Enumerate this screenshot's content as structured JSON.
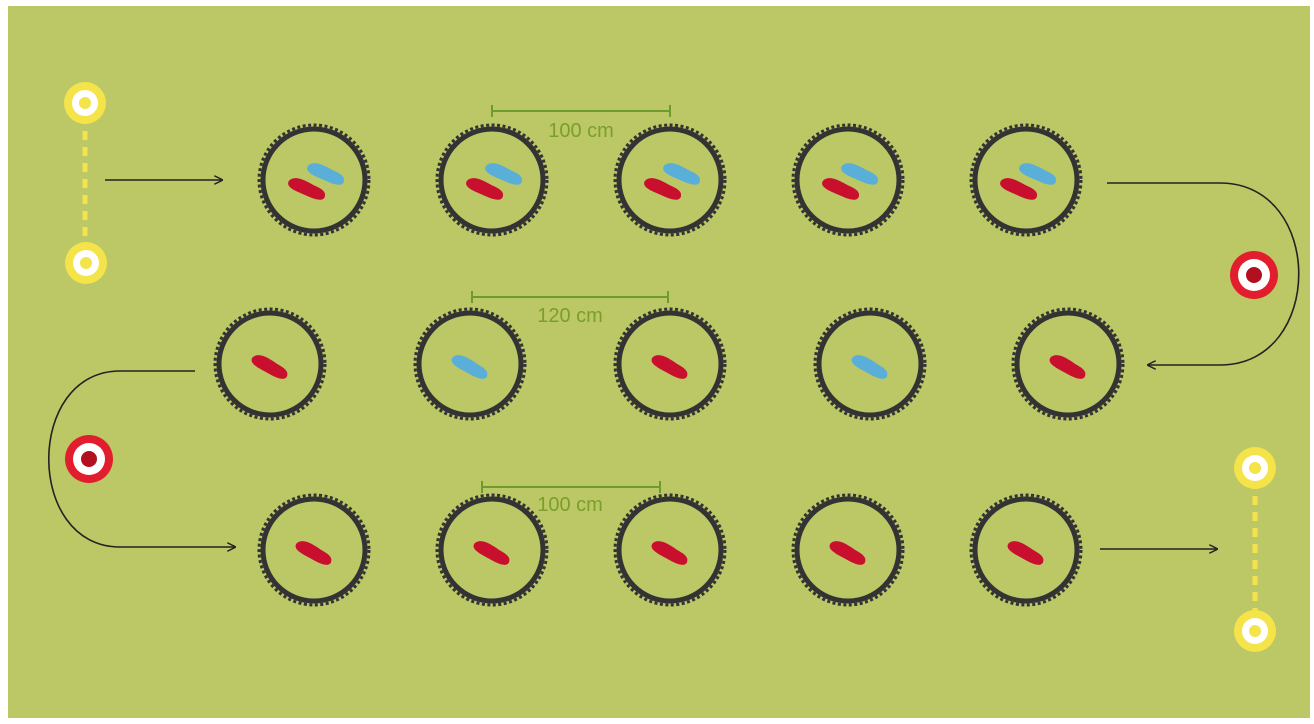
{
  "colors": {
    "field": "#bcc766",
    "tyre": "#333333",
    "footprint_red": "#c8102e",
    "footprint_blue": "#5aafd8",
    "cone_yellow": "#f5e34a",
    "cone_red": "#e21e2e",
    "measure_line": "#6f9a2c",
    "arrow": "#222222"
  },
  "measurements": {
    "row1": "100 cm",
    "row2": "120 cm",
    "row3": "100 cm"
  },
  "rows": [
    {
      "name": "row-1",
      "tyres": [
        "red+blue",
        "red+blue",
        "red+blue",
        "red+blue",
        "red+blue"
      ]
    },
    {
      "name": "row-2",
      "tyres": [
        "red",
        "blue",
        "red",
        "blue",
        "red"
      ]
    },
    {
      "name": "row-3",
      "tyres": [
        "red",
        "red",
        "red",
        "red",
        "red"
      ]
    }
  ],
  "markers": {
    "start": "yellow-cone-pair",
    "turn_right": "red-target-cone",
    "turn_left": "red-target-cone",
    "finish": "yellow-cone-pair"
  },
  "icons": [
    "tyre-icon",
    "footprint-icon",
    "cone-icon",
    "arrow-icon"
  ]
}
